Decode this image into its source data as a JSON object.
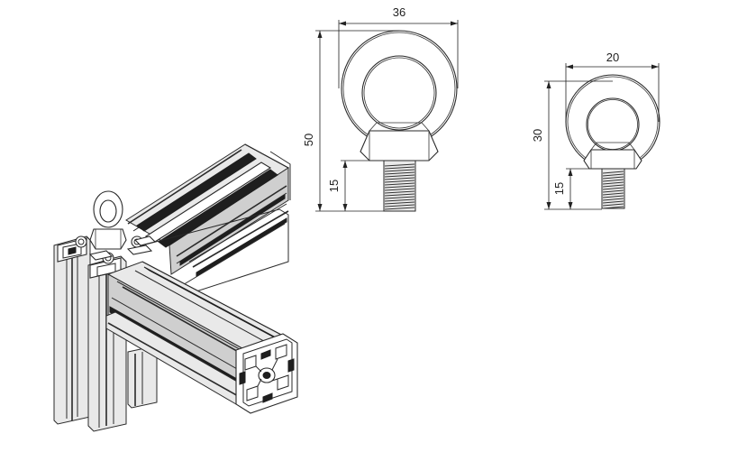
{
  "large_eyebolt": {
    "width_label": "36",
    "height_label": "50",
    "thread_label": "15"
  },
  "small_eyebolt": {
    "width_label": "20",
    "height_label": "30",
    "thread_label": "15"
  },
  "colors": {
    "line": "#2a2a2a",
    "slot": "#1e1e1e",
    "metal_light": "#e9e9e9",
    "metal_dark": "#cfcfcf"
  }
}
